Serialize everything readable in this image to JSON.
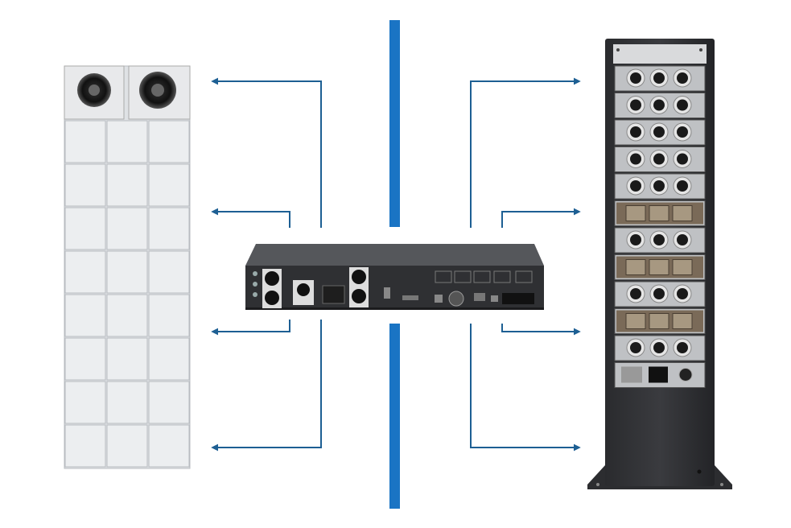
{
  "colors": {
    "background": "#ffffff",
    "divider": "#1a74c4",
    "arrow": "#1d5f93",
    "device_body": "#2f3033",
    "device_top": "#55575b",
    "panel_tile": "#eceef0",
    "panel_border": "#b8bcc1"
  },
  "icons": {
    "left": "modular-wall-panel-with-two-connectors",
    "center": "rack-mount-hub-device",
    "right": "tower-connector-rack"
  },
  "left_panel": {
    "connector_count": 2,
    "tile_columns": 3,
    "tile_rows": 8
  },
  "right_tower": {
    "module_rows": 12
  }
}
